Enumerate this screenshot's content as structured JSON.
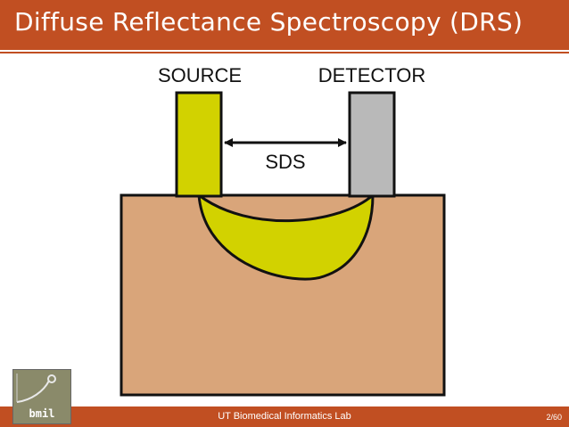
{
  "slide": {
    "title": "Diffuse Reflectance Spectroscopy (DRS)",
    "footer": "UT Biomedical Informatics Lab",
    "page_number": "2/60",
    "logo_text": "bmil"
  },
  "diagram": {
    "source_label": "SOURCE",
    "detector_label": "DETECTOR",
    "distance_label": "SDS"
  },
  "colors": {
    "accent": "#c14f22",
    "tissue": "#d9a57a",
    "source": "#d2d200",
    "detector": "#b9b9b9",
    "outline": "#111111"
  }
}
